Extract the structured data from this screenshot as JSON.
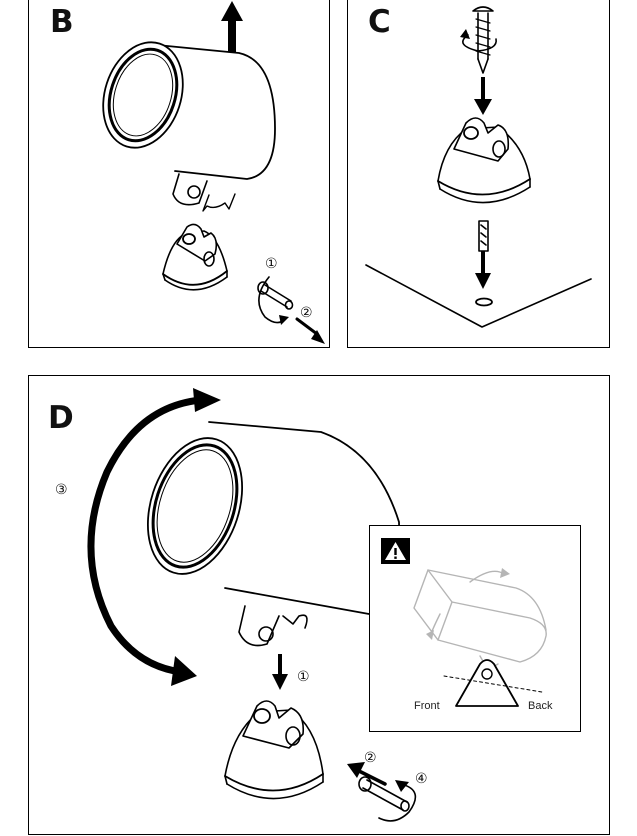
{
  "panels": {
    "b": {
      "letter": "B",
      "steps": {
        "one": "①",
        "two": "②"
      }
    },
    "c": {
      "letter": "C"
    },
    "d": {
      "letter": "D",
      "steps": {
        "one": "①",
        "two": "②",
        "three": "③",
        "four": "④"
      },
      "warning": {
        "icon": "warning-triangle-icon",
        "front_label": "Front",
        "back_label": "Back"
      }
    }
  },
  "colors": {
    "ink": "#000000",
    "ghost": "#b5b5b5",
    "paper": "#ffffff"
  }
}
